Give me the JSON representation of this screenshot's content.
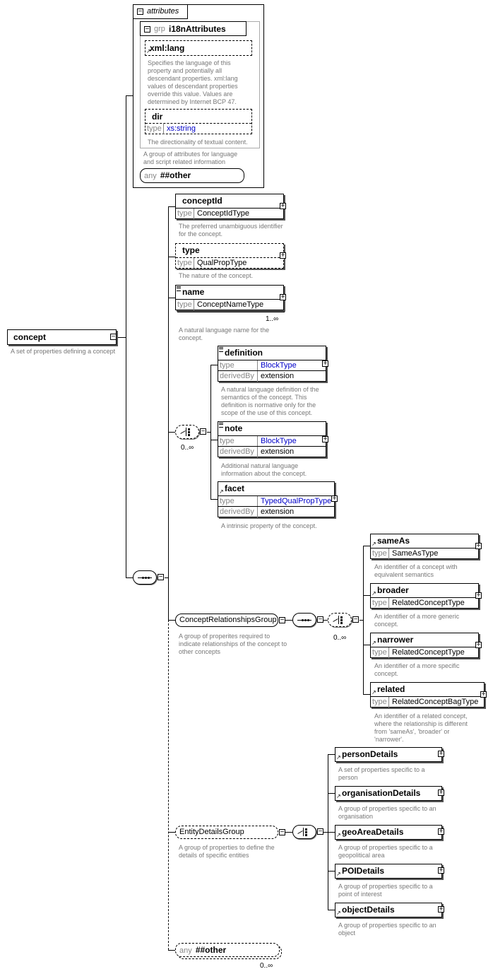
{
  "root": {
    "name": "concept",
    "desc": "A set of properties defining a concept"
  },
  "attributes": {
    "heading": "attributes",
    "group_prefix": "grp",
    "group_name": "i18nAttributes",
    "xmllang_name": "xml:lang",
    "xmllang_desc": "Specifies the language of this property and potentially all descendant properties. xml:lang values of descendant properties override this value. Values are determined by Internet BCP 47.",
    "dir_name": "dir",
    "dir_type_label": "type",
    "dir_type": "xs:string",
    "dir_desc": "The directionality of textual content.",
    "group_desc": "A group of attributes for language and script related information",
    "any_label": "any",
    "any_value": "##other"
  },
  "labels": {
    "type": "type",
    "derivedBy": "derivedBy",
    "extension": "extension"
  },
  "elements": {
    "conceptId": {
      "name": "conceptId",
      "type": "ConceptIdType",
      "desc": "The preferred unambiguous identifier for the concept."
    },
    "type": {
      "name": "type",
      "type": "QualPropType",
      "desc": "The nature of the concept."
    },
    "name": {
      "name": "name",
      "type": "ConceptNameType",
      "card": "1..∞",
      "desc": "A natural language name for the concept."
    },
    "definition": {
      "name": "definition",
      "type": "BlockType",
      "desc": "A natural language definition of the semantics of the concept. This definition is normative only for the scope of the use of this concept."
    },
    "note": {
      "name": "note",
      "type": "BlockType",
      "desc": "Additional natural language information about the concept."
    },
    "facet": {
      "name": "facet",
      "type": "TypedQualPropType",
      "desc": "A intrinsic property of the concept."
    },
    "choice_card": "0..∞"
  },
  "relationships": {
    "group": "ConceptRelationshipsGroup",
    "desc": "A group of properites required to indicate relationships of the concept to other concepts",
    "choice_card": "0..∞",
    "items": [
      {
        "name": "sameAs",
        "type": "SameAsType",
        "desc": "An identifier of a concept with equivalent semantics"
      },
      {
        "name": "broader",
        "type": "RelatedConceptType",
        "desc": "An identifier of a more generic concept."
      },
      {
        "name": "narrower",
        "type": "RelatedConceptType",
        "desc": "An identifier of a more specific concept."
      },
      {
        "name": "related",
        "type": "RelatedConceptBagType",
        "desc": "An identifier of a related concept, where the relationship is different from 'sameAs', 'broader' or 'narrower'."
      }
    ]
  },
  "entity": {
    "group": "EntityDetailsGroup",
    "desc": "A group of properties to define the details of specific entities",
    "items": [
      {
        "name": "personDetails",
        "desc": "A set of properties specific to a person"
      },
      {
        "name": "organisationDetails",
        "desc": "A group of properties specific to an organisation"
      },
      {
        "name": "geoAreaDetails",
        "desc": "A group of properties specific to a geopolitical area"
      },
      {
        "name": "POIDetails",
        "desc": "A group of properties specific to a point of interest"
      },
      {
        "name": "objectDetails",
        "desc": "A group of properties specific to an object"
      }
    ]
  },
  "any_other": {
    "label": "any",
    "value": "##other",
    "card": "0..∞"
  },
  "colors": {
    "line": "#000000",
    "desc": "#777777",
    "type_link": "#0000c8"
  }
}
